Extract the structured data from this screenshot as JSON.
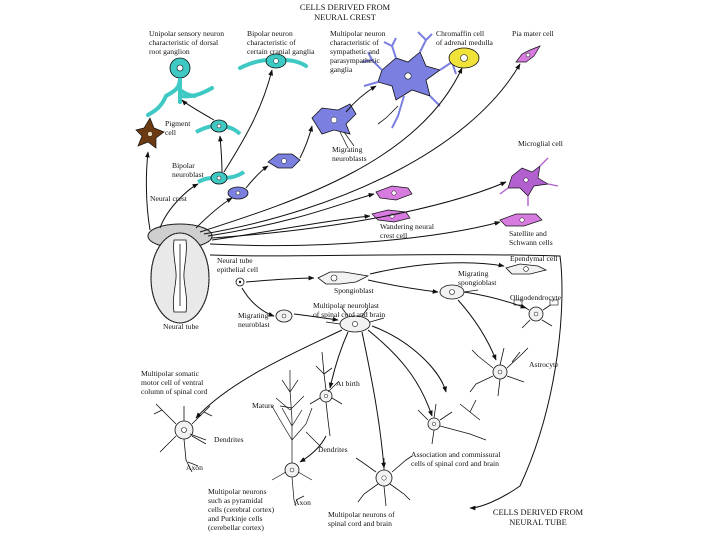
{
  "headers": {
    "crest_line1": "CELLS DERIVED FROM",
    "crest_line2": "NEURAL CREST",
    "tube_line1": "CELLS DERIVED FROM",
    "tube_line2": "NEURAL TUBE"
  },
  "crest_labels": {
    "unipolar": [
      "Unipolar sensory neuron",
      "characteristic of dorsal",
      "root ganglion"
    ],
    "bipolar_cranial": [
      "Bipolar neuron",
      "characteristic of",
      "certain cranial ganglia"
    ],
    "multipolar_sympathetic": [
      "Multipolar neuron",
      "characteristic of",
      "sympathetic and",
      "parasympathetic",
      "ganglia"
    ],
    "chromaffin": [
      "Chromaffin cell",
      "of adrenal medulla"
    ],
    "pia_mater": [
      "Pia mater cell"
    ],
    "pigment": [
      "Pigment",
      "cell"
    ],
    "bipolar_neuroblast": [
      "Bipolar",
      "neuroblast"
    ],
    "migrating_neuroblasts": [
      "Migrating",
      "neuroblasts"
    ],
    "microglial": [
      "Microglial cell"
    ],
    "neural_crest": [
      "Neural crest"
    ],
    "wandering": [
      "Wandering neural",
      "crest cell"
    ],
    "satellite": [
      "Satellite and",
      "Schwann cells"
    ]
  },
  "tube_labels": {
    "neural_tube": [
      "Neural tube"
    ],
    "epithelial": [
      "Neural tube",
      "epithelial cell"
    ],
    "spongioblast": [
      "Spongioblast"
    ],
    "ependymal": [
      "Ependymal cell"
    ],
    "migrating_spongioblast": [
      "Migrating",
      "spongioblast"
    ],
    "oligodendrocyte": [
      "Oligodendrocyte"
    ],
    "migrating_neuroblast": [
      "Migrating",
      "neuroblast"
    ],
    "multipolar_neuroblast": [
      "Multipolar neuroblast",
      "of spinal cord and brain"
    ],
    "astrocyte": [
      "Astrocyte"
    ],
    "motor_cell": [
      "Multipolar somatic",
      "motor cell of ventral",
      "column of spinal cord"
    ],
    "at_birth": [
      "At birth"
    ],
    "mature": [
      "Mature"
    ],
    "dendrites_left": [
      "Dendrites"
    ],
    "axon_left": [
      "Axon"
    ],
    "dendrites_mid": [
      "Dendrites"
    ],
    "axon_mid": [
      "Axon"
    ],
    "association": [
      "Association and commissural",
      "cells of spinal cord and brain"
    ],
    "multipolar_pyramidal": [
      "Multipolar neurons",
      "such as pyramidal",
      "cells (cerebral cortex)",
      "and Purkinje cells",
      "(cerebellar cortex)"
    ],
    "multipolar_spinal": [
      "Multipolar neurons of",
      "spinal cord and brain"
    ]
  },
  "colors": {
    "sensory": "#3fc9c4",
    "sympathetic": "#7b7fe0",
    "chromaffin": "#f1e23a",
    "pia": "#d77be0",
    "microglia": "#b25fcf",
    "pigment": "#6b3a12",
    "ink": "#111111"
  }
}
